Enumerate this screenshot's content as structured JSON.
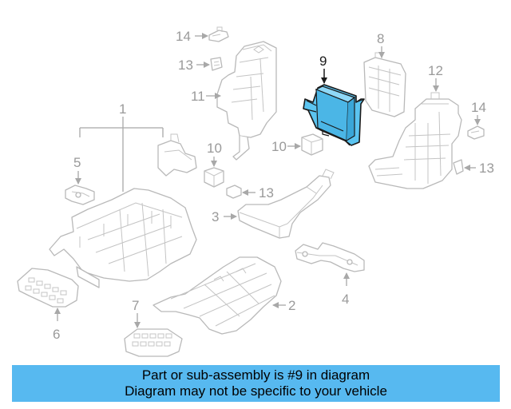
{
  "diagram": {
    "highlight_color": "#5bc4f0",
    "callouts": {
      "c1": "1",
      "c2": "2",
      "c3": "3",
      "c4": "4",
      "c5": "5",
      "c6": "6",
      "c7": "7",
      "c8": "8",
      "c9": "9",
      "c10a": "10",
      "c10b": "10",
      "c11": "11",
      "c12": "12",
      "c13a": "13",
      "c13b": "13",
      "c13c": "13",
      "c14a": "14",
      "c14b": "14"
    }
  },
  "banner": {
    "line1": "Part or sub-assembly is #9 in diagram",
    "line2": "Diagram may not be specific to your vehicle",
    "color": "#57b9f0"
  }
}
